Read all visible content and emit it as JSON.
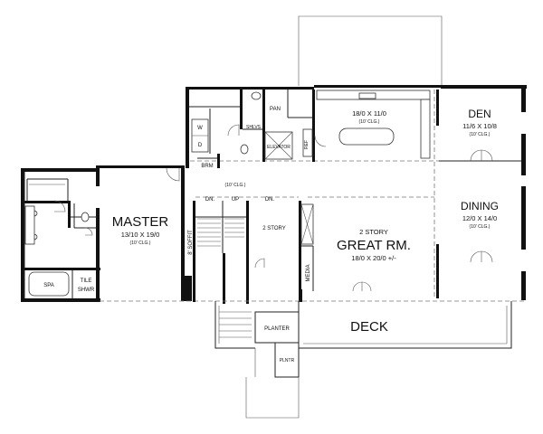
{
  "rooms": {
    "master": {
      "name": "MASTER",
      "dims": "13/10 X 19/0",
      "ceiling": "(10' CLG.)"
    },
    "great_room": {
      "story": "2 STORY",
      "name": "GREAT RM.",
      "dims": "18/0 X 20/0 +/-"
    },
    "kitchen": {
      "dims": "18/0 X 11/0",
      "ceiling": "(10' CLG.)"
    },
    "den": {
      "name": "DEN",
      "dims": "11/6 X 10/8",
      "ceiling": "(10' CLG.)"
    },
    "dining": {
      "name": "DINING",
      "dims": "12/0 X 14/0",
      "ceiling": "(10' CLG.)"
    },
    "deck": {
      "name": "DECK"
    }
  },
  "labels": {
    "spa": "SPA",
    "tile": "TILE",
    "shwr": "SHWR",
    "soffit": "8' SOFFIT",
    "hall_ceiling": "(10' CLG.)",
    "dn_left": "DN.",
    "up": "UP",
    "dn_right": "DN.",
    "two_story": "2 STORY",
    "media": "MEDIA",
    "planter": "PLANTER",
    "plntr": "PLNTR",
    "pan": "PAN",
    "shlvs": "SHLVS",
    "elevator": "ELEVATOR",
    "ref": "REF",
    "brm": "BRM",
    "d": "D",
    "w": "W"
  }
}
